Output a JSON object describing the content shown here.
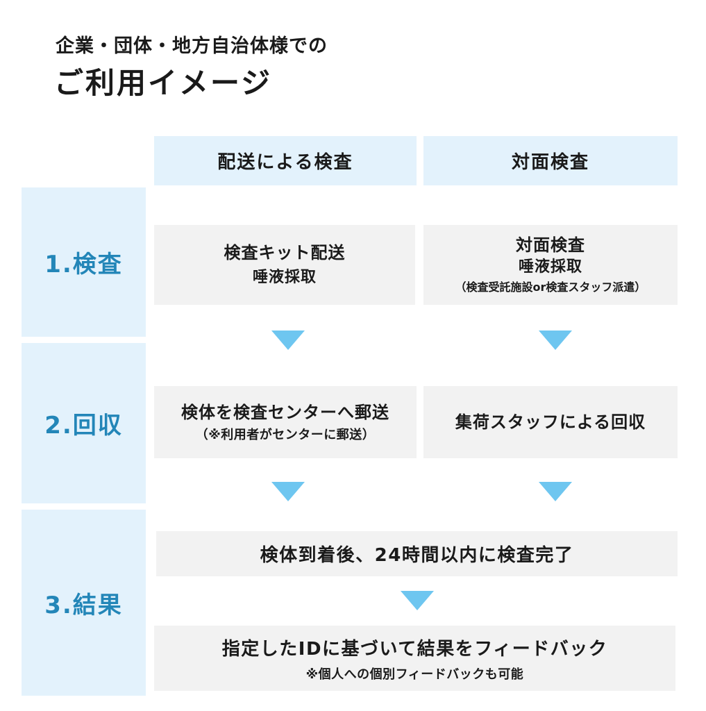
{
  "header": {
    "subtitle": "企業・団体・地方自治体様での",
    "title": "ご利用イメージ"
  },
  "columns": {
    "delivery": "配送による検査",
    "face_to_face": "対面検査"
  },
  "stages": {
    "inspection": "1.検査",
    "collection": "2.回収",
    "result": "3.結果"
  },
  "inspection": {
    "delivery": {
      "line1": "検査キット配送",
      "line2": "唾液採取"
    },
    "face_to_face": {
      "line1": "対面検査",
      "line2": "唾液採取",
      "line3": "（検査受託施設or検査スタッフ派遣）"
    }
  },
  "collection": {
    "delivery": {
      "line1": "検体を検査センターへ郵送",
      "note": "（※利用者がセンターに郵送）"
    },
    "face_to_face": {
      "line1": "集荷スタッフによる回収"
    }
  },
  "result": {
    "completion": "検体到着後、24時間以内に検査完了",
    "feedback": "指定したIDに基づいて結果をフィードバック",
    "feedback_note": "※個人への個別フィードバックも可能"
  },
  "colors": {
    "header_bg": "#e3f2fc",
    "stage_text": "#2386b8",
    "box_bg": "#f2f2f2",
    "arrow": "#6ec6f0"
  }
}
